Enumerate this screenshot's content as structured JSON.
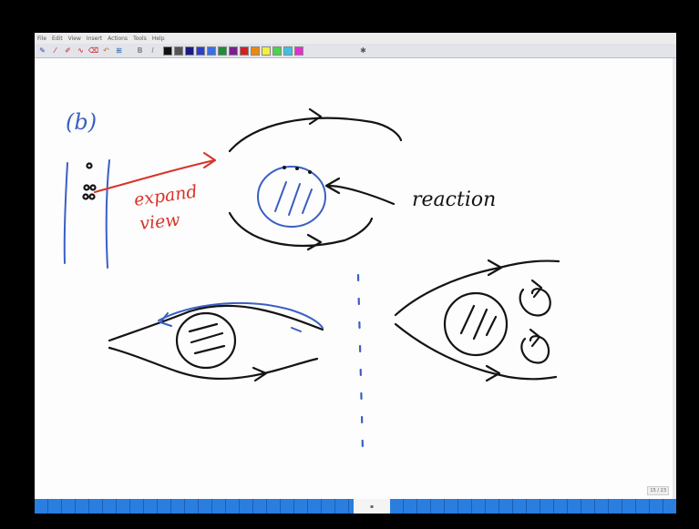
{
  "menu": {
    "items": [
      "File",
      "Edit",
      "View",
      "Insert",
      "Actions",
      "Tools",
      "Help"
    ]
  },
  "toolbar": {
    "tools": [
      {
        "icon": "pen-select-icon",
        "glyph": "✎"
      },
      {
        "icon": "pen-icon",
        "glyph": "⁄"
      },
      {
        "icon": "highlighter-icon",
        "glyph": "✐"
      },
      {
        "icon": "lasso-icon",
        "glyph": "∿"
      },
      {
        "icon": "eraser-icon",
        "glyph": "⌫"
      },
      {
        "icon": "undo-icon",
        "glyph": "↶"
      },
      {
        "icon": "insert-space-icon",
        "glyph": "⊞"
      }
    ],
    "bold_label": "B",
    "italic_label": "I",
    "palette": [
      "#111111",
      "#555555",
      "#1a1a80",
      "#2b3fcc",
      "#3a6fe0",
      "#1b8f3a",
      "#7a1f8c",
      "#d42020",
      "#e88a10",
      "#f0f040",
      "#50d050",
      "#40c0e0",
      "#e030d0"
    ]
  },
  "canvas": {
    "label_b": "(b)",
    "label_expand": "expand",
    "label_view": "view",
    "label_reaction": "reaction"
  },
  "statusbar": {
    "page_indicator": "15 / 23",
    "center_label": "▪"
  }
}
